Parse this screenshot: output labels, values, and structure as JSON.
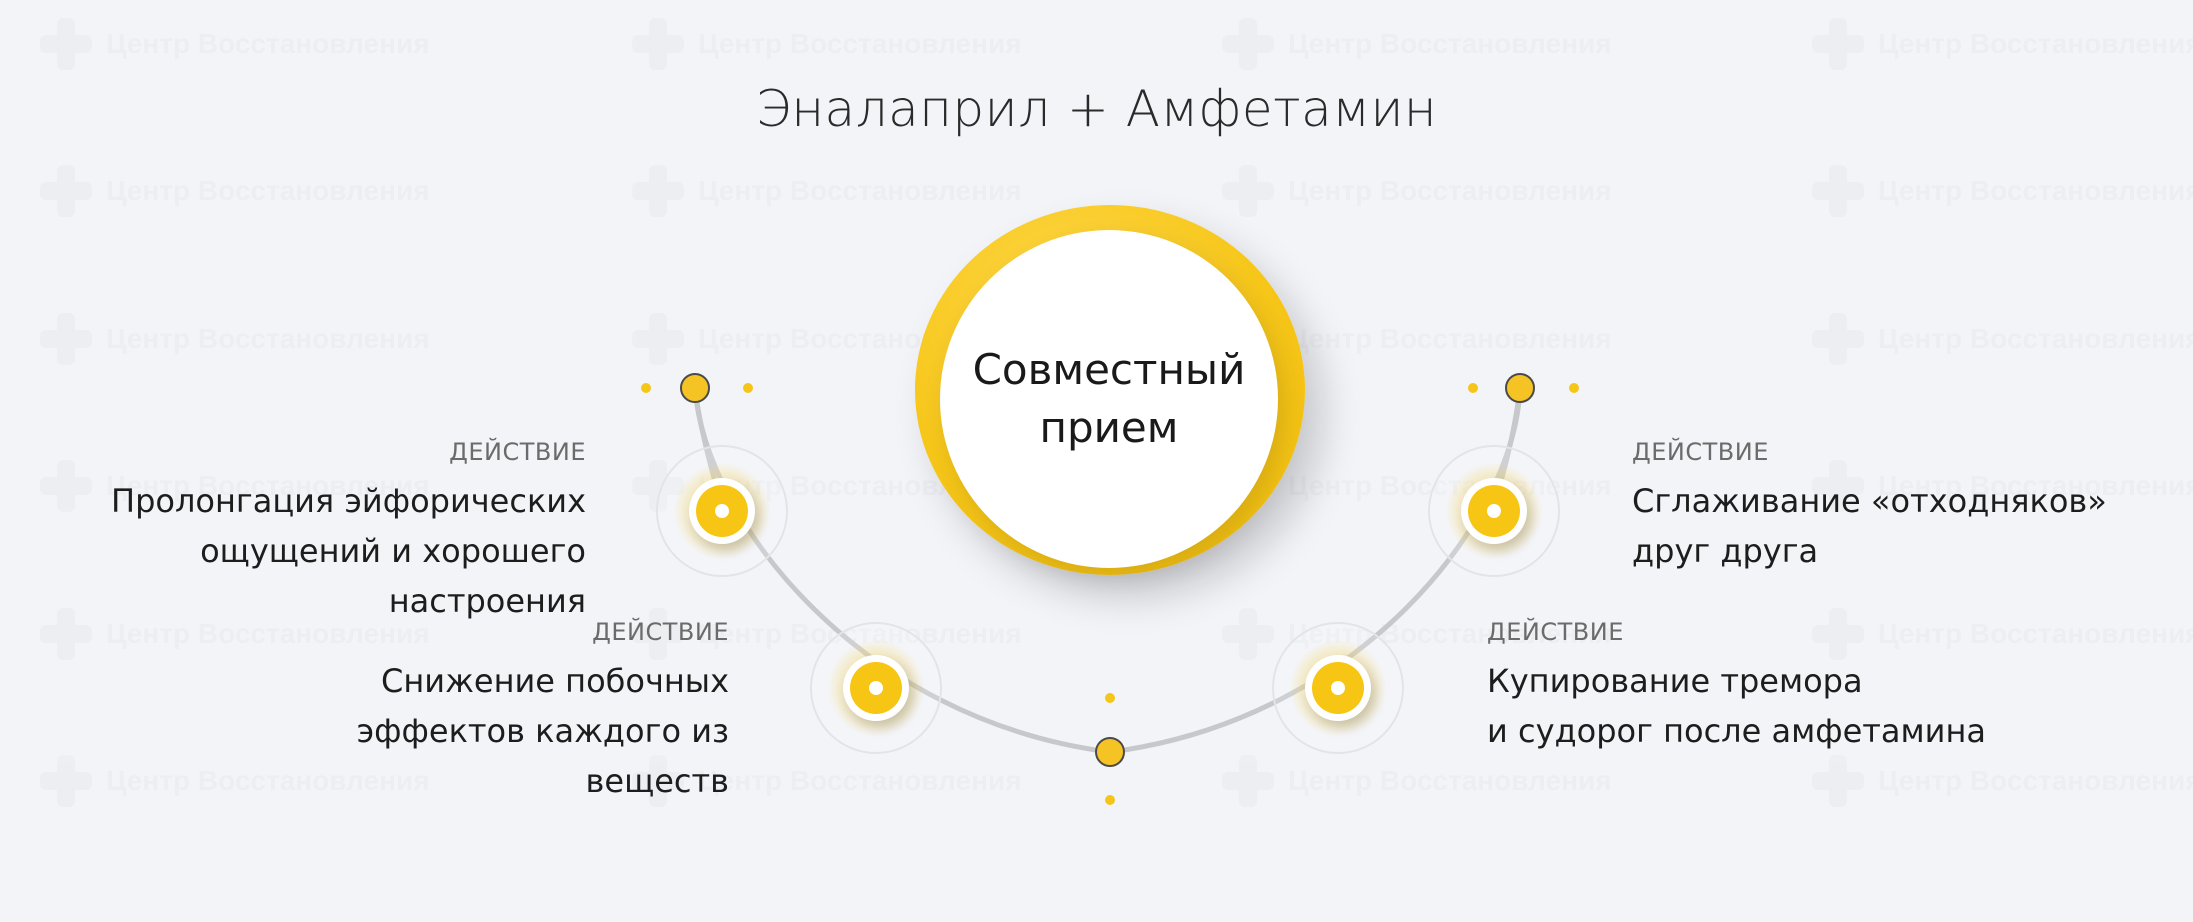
{
  "watermark": {
    "text": "Центр Восстановления"
  },
  "title": "Эналаприл + Амфетамин",
  "center": {
    "label": "Совместный\nприем"
  },
  "effects": [
    {
      "caption": "ДЕЙСТВИЕ",
      "text": "Пролонгация эйфорических\nощущений и хорошего\nнастроения"
    },
    {
      "caption": "ДЕЙСТВИЕ",
      "text": "Снижение побочных\nэффектов каждого из\nвеществ"
    },
    {
      "caption": "ДЕЙСТВИЕ",
      "text": "Сглаживание «отходняков»\nдруг друга"
    },
    {
      "caption": "ДЕЙСТВИЕ",
      "text": "Купирование тремора\nи судорог после амфетамина"
    }
  ],
  "colors": {
    "accent": "#f7c514",
    "background": "#f3f4f8",
    "connector": "#c7c8cc"
  }
}
